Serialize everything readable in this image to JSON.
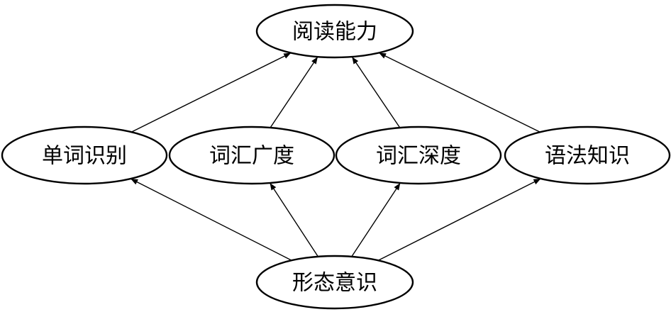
{
  "diagram": {
    "nodes": [
      {
        "id": "reading",
        "label": "阅读能力"
      },
      {
        "id": "word-recognition",
        "label": "单词识别"
      },
      {
        "id": "vocab-breadth",
        "label": "词汇广度"
      },
      {
        "id": "vocab-depth",
        "label": "词汇深度"
      },
      {
        "id": "grammar",
        "label": "语法知识"
      },
      {
        "id": "morphology",
        "label": "形态意识"
      }
    ],
    "edges": [
      {
        "from": "word-recognition",
        "to": "reading"
      },
      {
        "from": "vocab-breadth",
        "to": "reading"
      },
      {
        "from": "vocab-depth",
        "to": "reading"
      },
      {
        "from": "grammar",
        "to": "reading"
      },
      {
        "from": "morphology",
        "to": "word-recognition"
      },
      {
        "from": "morphology",
        "to": "vocab-breadth"
      },
      {
        "from": "morphology",
        "to": "vocab-depth"
      },
      {
        "from": "morphology",
        "to": "grammar"
      }
    ],
    "colors": {
      "stroke": "#000000",
      "fill": "#ffffff"
    }
  }
}
